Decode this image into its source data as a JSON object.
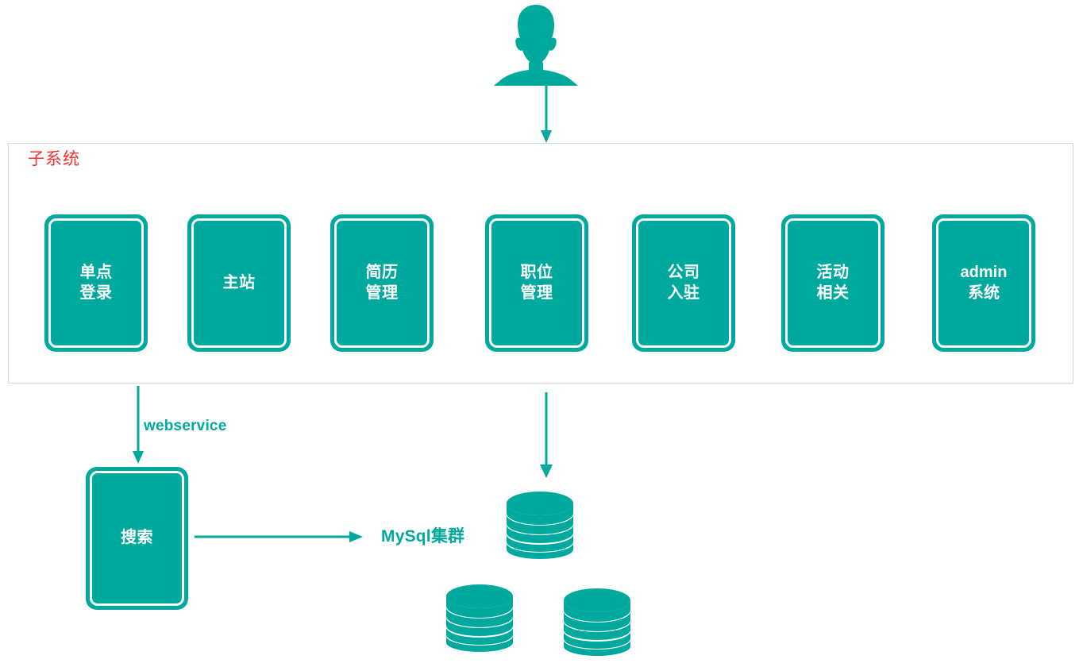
{
  "diagram": {
    "title": "子系统",
    "title_color": "#f4342c",
    "accent_color": "#00a99d",
    "actor": {
      "icon": "user-bust-icon",
      "label": ""
    },
    "subsystems": [
      {
        "id": "sso",
        "label": "单点\n登录",
        "latin": false
      },
      {
        "id": "mainsite",
        "label": "主站",
        "latin": false
      },
      {
        "id": "resume",
        "label": "简历\n管理",
        "latin": false
      },
      {
        "id": "job",
        "label": "职位\n管理",
        "latin": false
      },
      {
        "id": "company",
        "label": "公司\n入驻",
        "latin": false
      },
      {
        "id": "activity",
        "label": "活动\n相关",
        "latin": false
      },
      {
        "id": "admin",
        "label": "admin\n系统",
        "latin": true
      }
    ],
    "search_service": {
      "id": "search",
      "label": "搜索"
    },
    "edges": [
      {
        "id": "user-to-subsystem",
        "label": ""
      },
      {
        "id": "sso-to-search",
        "label": "webservice"
      },
      {
        "id": "job-to-mysql",
        "label": ""
      },
      {
        "id": "search-to-mysql",
        "label": ""
      }
    ],
    "datastore": {
      "label": "MySql集群",
      "nodes": [
        {
          "id": "mysql-primary",
          "icon": "database-cylinder-icon"
        },
        {
          "id": "mysql-replica-1",
          "icon": "database-cylinder-icon"
        },
        {
          "id": "mysql-replica-2",
          "icon": "database-cylinder-icon"
        }
      ]
    }
  }
}
